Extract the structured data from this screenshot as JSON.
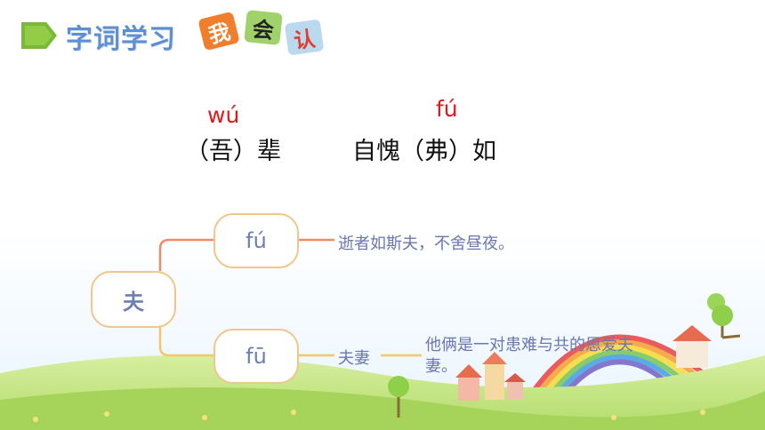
{
  "header": {
    "title": "字词学习",
    "badge_chars": [
      "我",
      "会",
      "认"
    ]
  },
  "phrases": [
    {
      "pinyin": "wú",
      "text": "（吾）辈"
    },
    {
      "pinyin": "fú",
      "text": "自愧（弗）如"
    }
  ],
  "mindmap": {
    "root": "夫",
    "branches": [
      {
        "pinyin": "fú",
        "example": "逝者如斯夫，不舍昼夜。"
      },
      {
        "pinyin": "fū",
        "example": "夫妻",
        "extra": "他俩是一对患难与共的恩爱夫妻。"
      }
    ]
  },
  "colors": {
    "title_blue": "#5f8fcf",
    "pinyin_red": "#e5161c",
    "branch_line": "#f08a6a",
    "bubble_border": "#f0c68c"
  }
}
